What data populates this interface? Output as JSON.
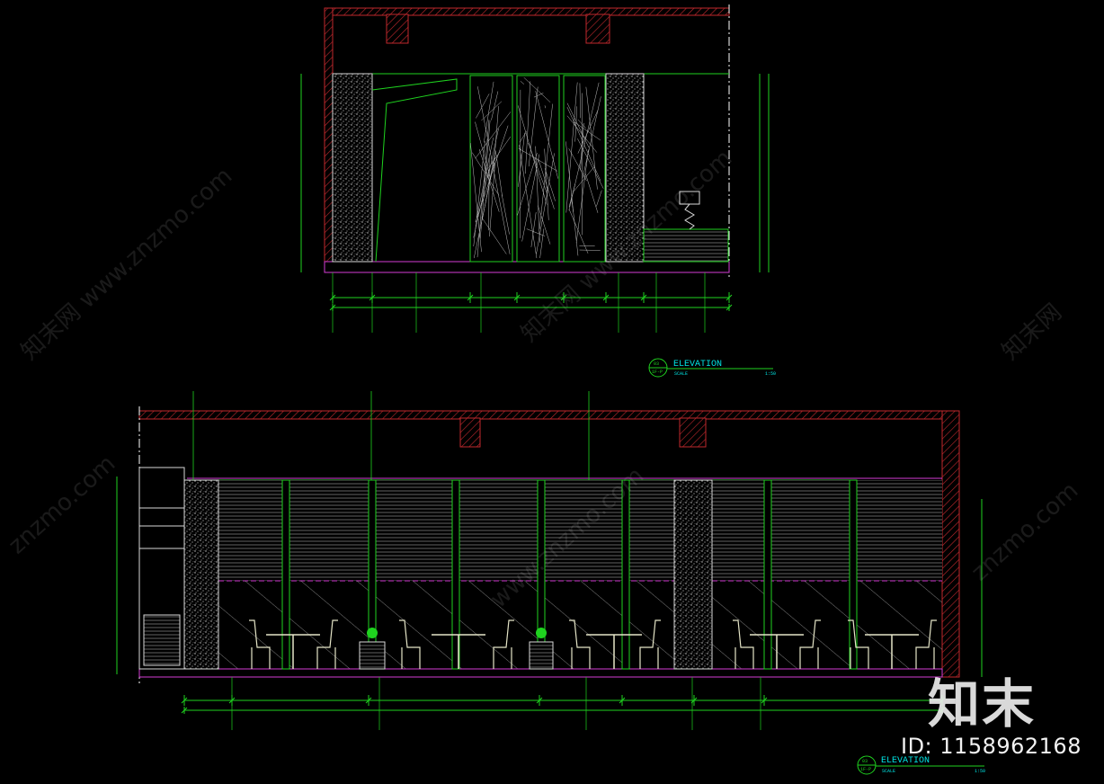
{
  "drawings": [
    {
      "title": "ELEVATION",
      "scale_label": "SCALE",
      "scale_value": "1:50",
      "number": "03",
      "sheet": "1F-P"
    },
    {
      "title": "ELEVATION",
      "scale_label": "SCALE",
      "scale_value": "1:50",
      "number": "03",
      "sheet": "1F-P"
    }
  ],
  "watermarks": [
    "知末网 www.znzmo.com",
    "知末网 www.znzmo.com",
    "znzmo.com",
    "知末网",
    "www.znzmo.com",
    "znzmo.com"
  ],
  "brand": "知末",
  "id_label": "ID: 1158962168",
  "colors": {
    "background": "#000000",
    "wall": "#c0282d",
    "dimension": "#1fd21f",
    "panel": "#d8d8d8",
    "accent": "#d43cd4",
    "cyan": "#00e5e5"
  }
}
